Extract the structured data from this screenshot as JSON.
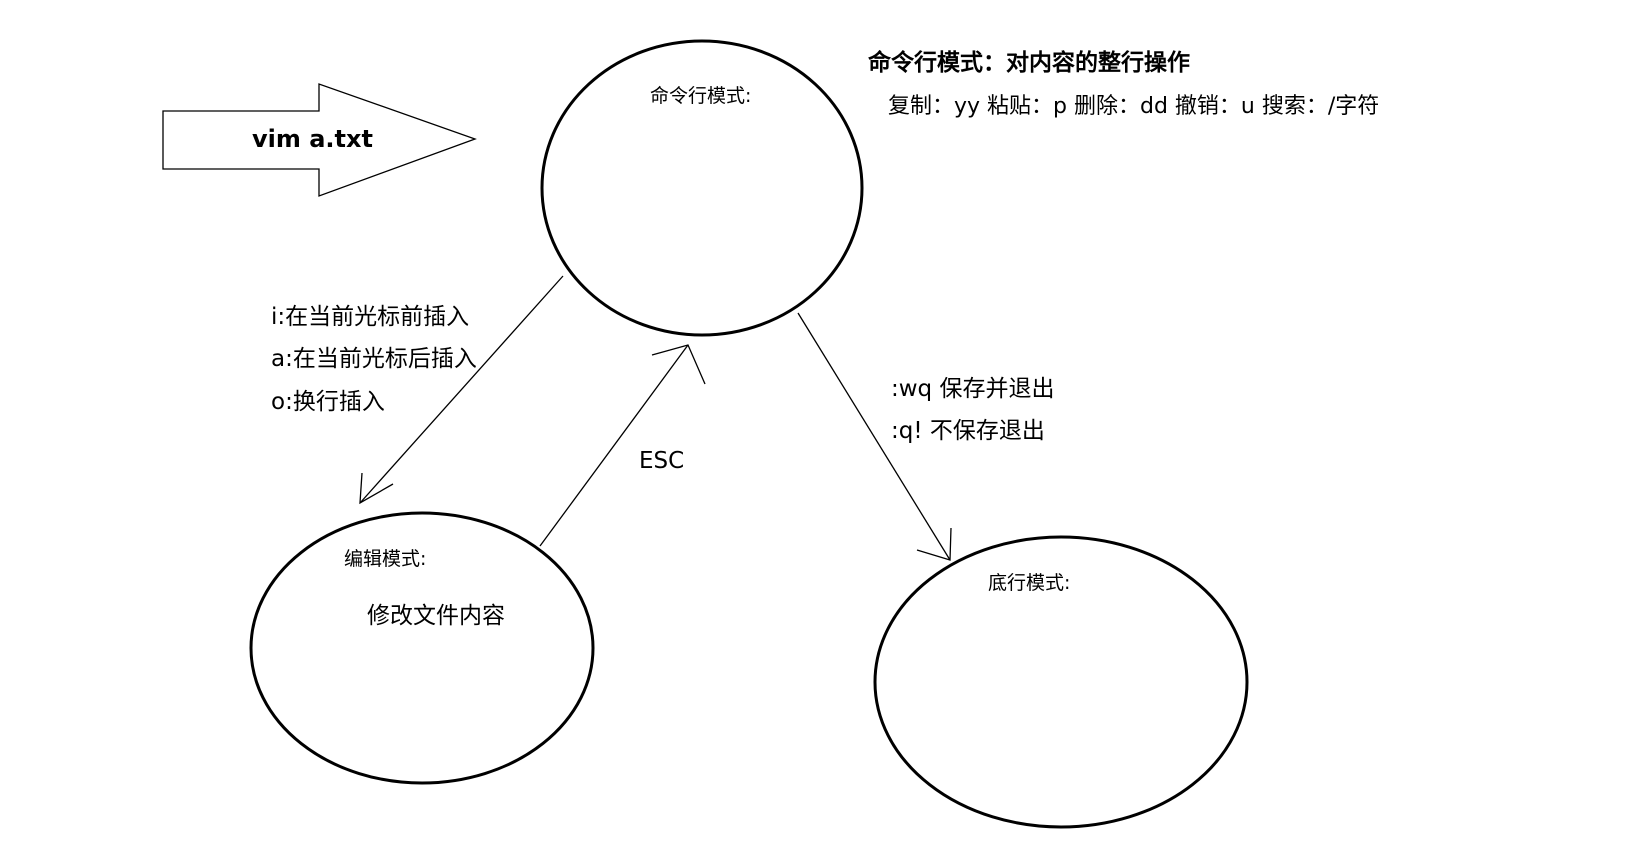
{
  "start": {
    "command": "vim  a.txt"
  },
  "nodes": {
    "command_mode": {
      "label": "命令行模式:"
    },
    "edit_mode": {
      "label": "编辑模式:",
      "description": "修改文件内容"
    },
    "lastline_mode": {
      "label": "底行模式:"
    }
  },
  "command_mode_info": {
    "heading": "命令行模式：对内容的整行操作",
    "operations": "复制：yy    粘贴：p   删除：dd 撤销：u    搜索：/字符"
  },
  "transitions": {
    "to_edit": [
      "i:在当前光标前插入",
      "a:在当前光标后插入",
      "o:换行插入"
    ],
    "to_command": "ESC",
    "to_lastline": [
      ":wq  保存并退出",
      ":q! 不保存退出"
    ]
  },
  "colors": {
    "stroke": "#000000",
    "background": "#ffffff"
  }
}
